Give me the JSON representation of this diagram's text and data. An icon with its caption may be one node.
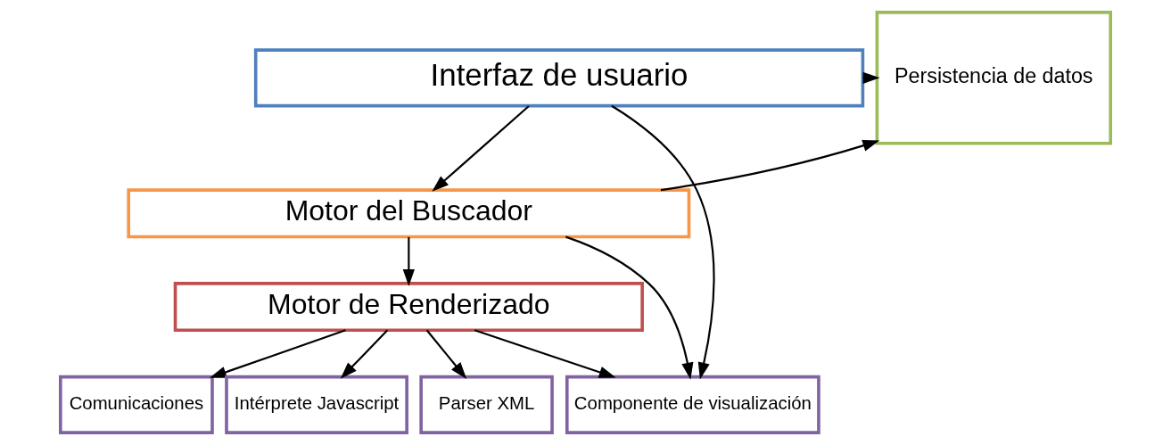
{
  "diagram": {
    "nodes": [
      {
        "text": [
          "Interfaz de usuario"
        ]
      },
      {
        "text": [
          "Motor del Buscador"
        ]
      },
      {
        "text": [
          "Motor de Renderizado"
        ]
      },
      {
        "text": [
          "Persistencia de datos"
        ]
      },
      {
        "text": [
          "Comunicaciones"
        ]
      },
      {
        "text": [
          "Intérprete Javascript"
        ]
      },
      {
        "text": [
          "Parser XML"
        ]
      },
      {
        "text": [
          "Componente de visualización"
        ]
      }
    ],
    "edges": [
      {
        "from": 0,
        "to": 3,
        "arrow": "to"
      },
      {
        "from": 0,
        "to": 1,
        "arrow": "to"
      },
      {
        "from": 1,
        "to": 3,
        "arrow": "to"
      },
      {
        "from": 1,
        "to": 2,
        "arrow": "to"
      },
      {
        "from": 0,
        "to": 7,
        "arrow": "to"
      },
      {
        "from": 1,
        "to": 7,
        "arrow": "to"
      },
      {
        "from": 2,
        "to": 4,
        "arrow": "to"
      },
      {
        "from": 2,
        "to": 5,
        "arrow": "to"
      },
      {
        "from": 2,
        "to": 6,
        "arrow": "to"
      },
      {
        "from": 2,
        "to": 7,
        "arrow": "to"
      }
    ]
  }
}
